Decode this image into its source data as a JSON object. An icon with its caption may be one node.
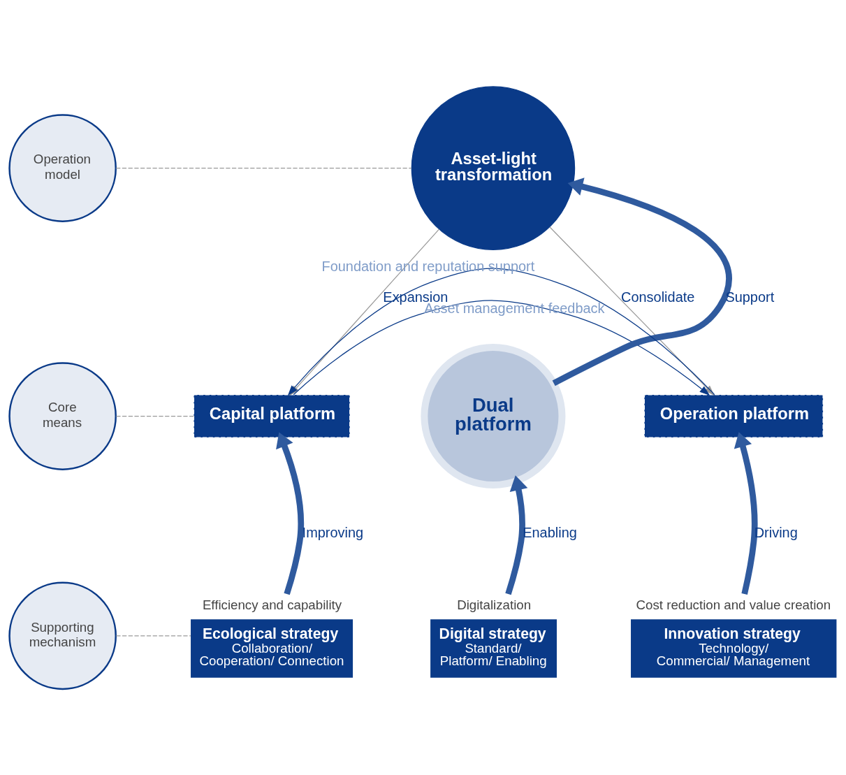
{
  "diagram": {
    "nodes": [
      {
        "text": [
          "Operation model"
        ]
      },
      {
        "text": [
          "Core means"
        ]
      },
      {
        "text": [
          "Supporting mechanism"
        ]
      },
      {
        "text": [
          "Asset-light transformation"
        ]
      },
      {
        "text": [
          "Capital platform"
        ]
      },
      {
        "text": [
          "Dual platform"
        ]
      },
      {
        "text": [
          "Operation platform"
        ]
      },
      {
        "text": [
          "Ecological strategy",
          "Collaboration/ Cooperation/ Connection"
        ],
        "beside": [
          "Efficiency and capability"
        ]
      },
      {
        "text": [
          "Digital strategy",
          "Standard/ Platform/ Enabling"
        ],
        "beside": [
          "Digitalization"
        ]
      },
      {
        "text": [
          "Innovation strategy",
          "Technology/ Commercial/ Management"
        ],
        "beside": [
          "Cost reduction and value creation"
        ]
      }
    ],
    "edges": [
      {
        "from": 0,
        "to": 3,
        "arrow": "none",
        "style": "dashed",
        "color": "#999999"
      },
      {
        "from": 3,
        "to": 4,
        "arrow": "to",
        "label": "Expansion",
        "color": "#999999"
      },
      {
        "from": 3,
        "to": 6,
        "arrow": "to",
        "label": "Consolidate",
        "color": "#999999"
      },
      {
        "from": 5,
        "to": 3,
        "arrow": "to",
        "label": "Support",
        "style": "thick",
        "color": "#2f5a9e"
      },
      {
        "from": 4,
        "to": 6,
        "arrow": "to",
        "label": "Asset management feedback",
        "color": "#0a3a88"
      },
      {
        "from": 1,
        "to": 4,
        "arrow": "none",
        "style": "dashed",
        "color": "#999999"
      },
      {
        "from": 6,
        "to": 4,
        "arrow": "to",
        "label": "Foundation and reputation support",
        "color": "#0a3a88"
      },
      {
        "from": 7,
        "to": 4,
        "arrow": "to",
        "label": "Improving",
        "style": "thick",
        "color": "#2f5a9e"
      },
      {
        "from": 8,
        "to": 5,
        "arrow": "to",
        "label": "Enabling",
        "style": "thick",
        "color": "#2f5a9e"
      },
      {
        "from": 9,
        "to": 6,
        "arrow": "to",
        "label": "Driving",
        "style": "thick",
        "color": "#2f5a9e"
      },
      {
        "from": 2,
        "to": 7,
        "arrow": "none",
        "style": "dashed",
        "color": "#999999"
      }
    ]
  }
}
